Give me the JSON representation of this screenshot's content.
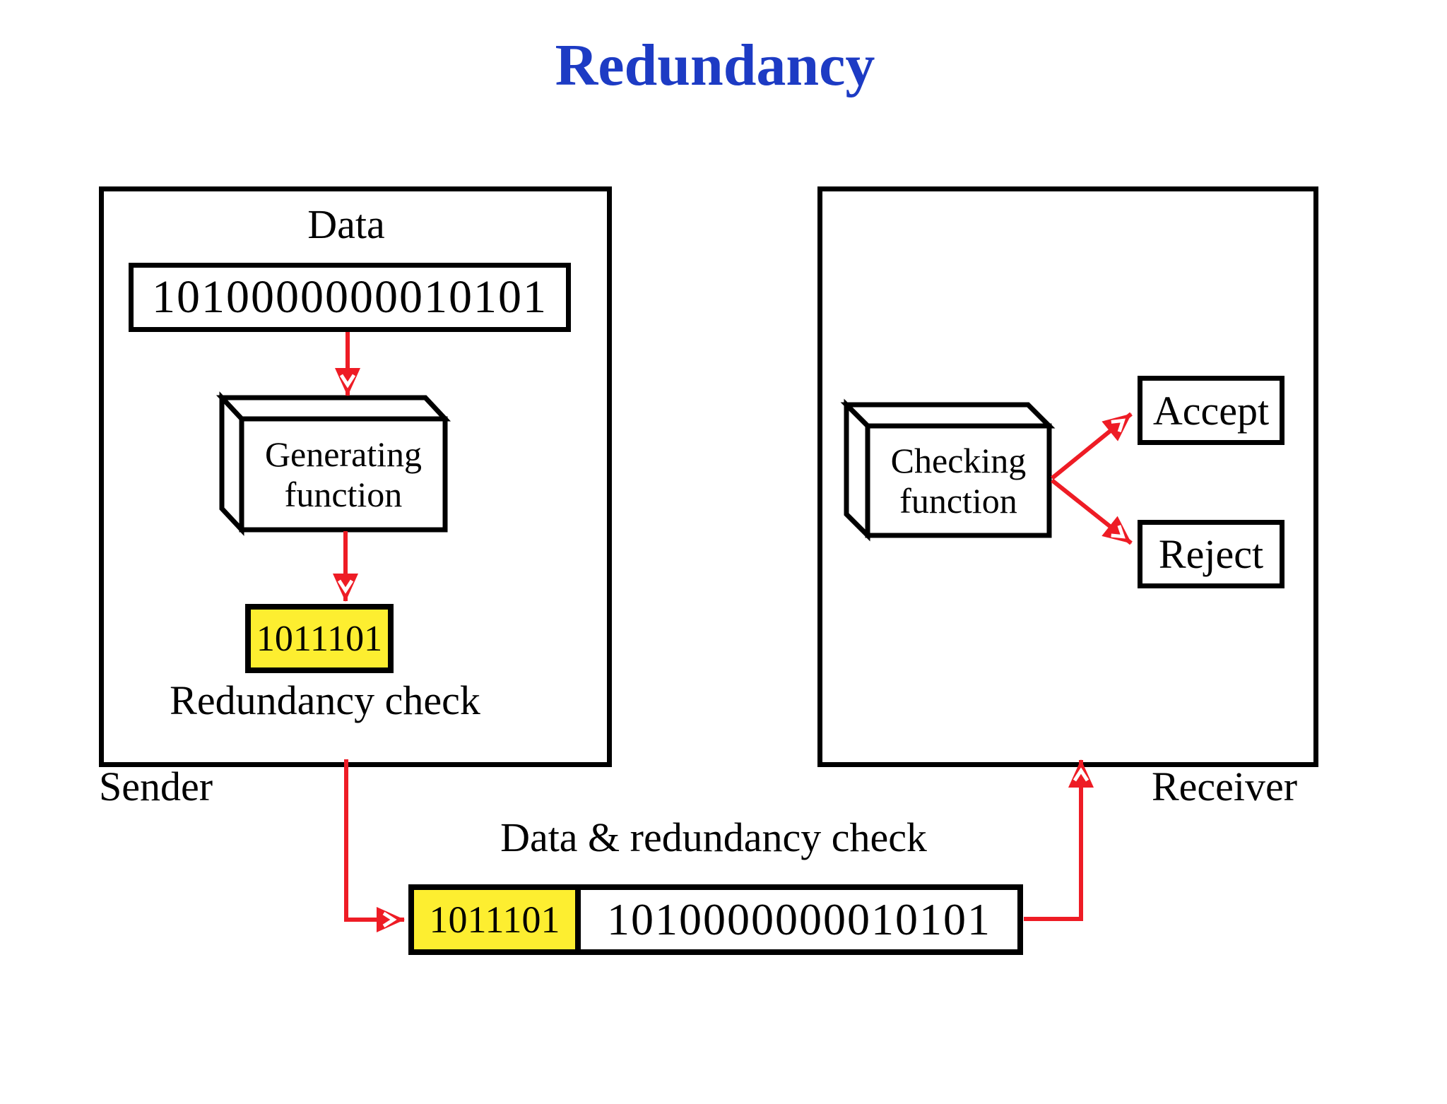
{
  "page": {
    "title": "Redundancy"
  },
  "colors": {
    "title_blue": "#1d3bc4",
    "arrow_red": "#ee1c25",
    "highlight_yellow": "#fdee30",
    "line_black": "#000000",
    "background": "#ffffff"
  },
  "sender": {
    "label": "Sender",
    "data_label": "Data",
    "data_value": "1010000000010101",
    "generator": {
      "line1": "Generating",
      "line2": "function"
    },
    "redundancy_value": "1011101",
    "redundancy_label": "Redundancy check"
  },
  "receiver": {
    "label": "Receiver",
    "checker": {
      "line1": "Checking",
      "line2": "function"
    },
    "accept_label": "Accept",
    "reject_label": "Reject"
  },
  "transmission": {
    "label": "Data & redundancy check",
    "redundancy_value": "1011101",
    "data_value": "1010000000010101"
  }
}
